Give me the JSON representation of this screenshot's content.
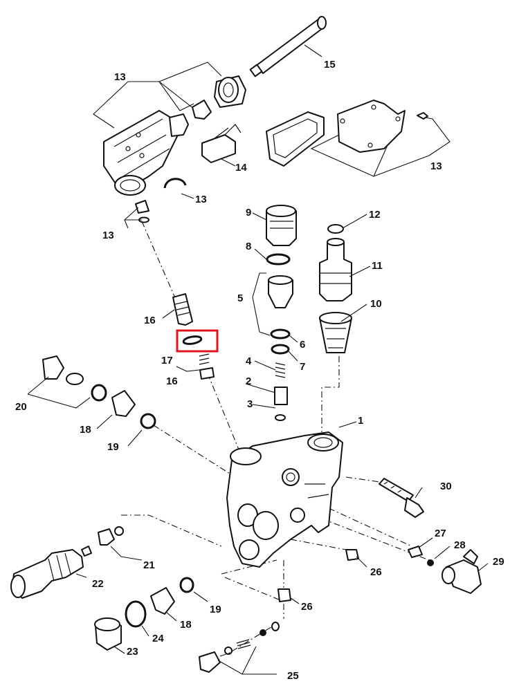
{
  "labels": [
    {
      "key": "p1",
      "text": "1"
    },
    {
      "key": "p2",
      "text": "2"
    },
    {
      "key": "p3",
      "text": "3"
    },
    {
      "key": "p4",
      "text": "4"
    },
    {
      "key": "p5",
      "text": "5"
    },
    {
      "key": "p6",
      "text": "6"
    },
    {
      "key": "p7",
      "text": "7"
    },
    {
      "key": "p8",
      "text": "8"
    },
    {
      "key": "p9",
      "text": "9"
    },
    {
      "key": "p10",
      "text": "10"
    },
    {
      "key": "p11",
      "text": "11"
    },
    {
      "key": "p12",
      "text": "12"
    },
    {
      "key": "p13a",
      "text": "13"
    },
    {
      "key": "p13b",
      "text": "13"
    },
    {
      "key": "p13c",
      "text": "13"
    },
    {
      "key": "p13d",
      "text": "13"
    },
    {
      "key": "p14",
      "text": "14"
    },
    {
      "key": "p15",
      "text": "15"
    },
    {
      "key": "p16a",
      "text": "16"
    },
    {
      "key": "p16b",
      "text": "16"
    },
    {
      "key": "p17",
      "text": "17"
    },
    {
      "key": "p18a",
      "text": "18"
    },
    {
      "key": "p18b",
      "text": "18"
    },
    {
      "key": "p19a",
      "text": "19"
    },
    {
      "key": "p19b",
      "text": "19"
    },
    {
      "key": "p20",
      "text": "20"
    },
    {
      "key": "p21",
      "text": "21"
    },
    {
      "key": "p22",
      "text": "22"
    },
    {
      "key": "p23",
      "text": "23"
    },
    {
      "key": "p24",
      "text": "24"
    },
    {
      "key": "p25",
      "text": "25"
    },
    {
      "key": "p26a",
      "text": "26"
    },
    {
      "key": "p26b",
      "text": "26"
    },
    {
      "key": "p27",
      "text": "27"
    },
    {
      "key": "p28",
      "text": "28"
    },
    {
      "key": "p29",
      "text": "29"
    },
    {
      "key": "p30",
      "text": "30"
    }
  ],
  "highlight": {
    "part": "17",
    "color": "#e0141e"
  }
}
